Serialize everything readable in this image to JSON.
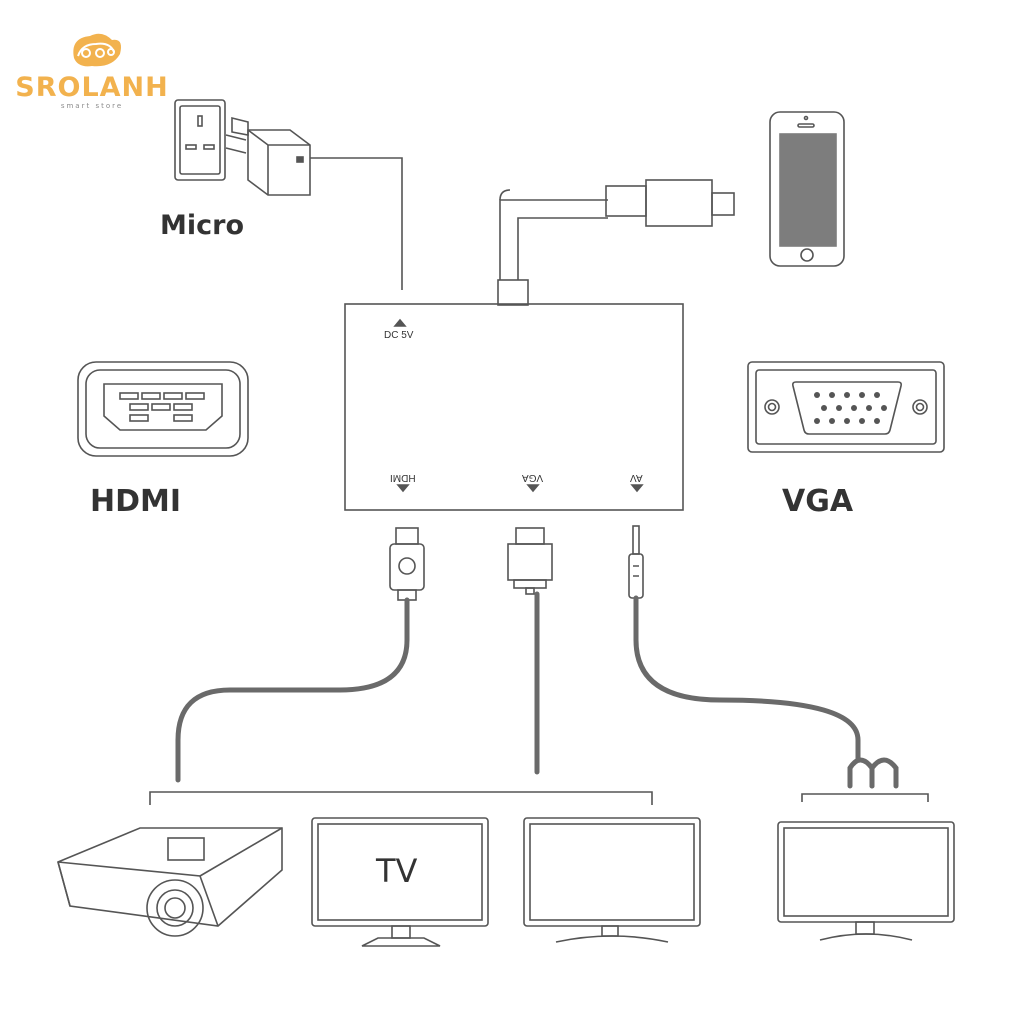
{
  "brand": {
    "name": "SROLANH",
    "tagline": "smart store",
    "badge_color": "#f2b24e",
    "text_color": "#f2b24e"
  },
  "labels": {
    "power": "Micro",
    "hdmi": "HDMI",
    "vga": "VGA",
    "tv": "TV"
  },
  "adapter": {
    "dc_port": "DC 5V",
    "hdmi_port": "HDMI",
    "vga_port": "VGA",
    "av_port": "AV"
  },
  "colors": {
    "stroke": "#555555",
    "cable": "#6a6a6a",
    "screen_fill": "#7d7d7d"
  }
}
